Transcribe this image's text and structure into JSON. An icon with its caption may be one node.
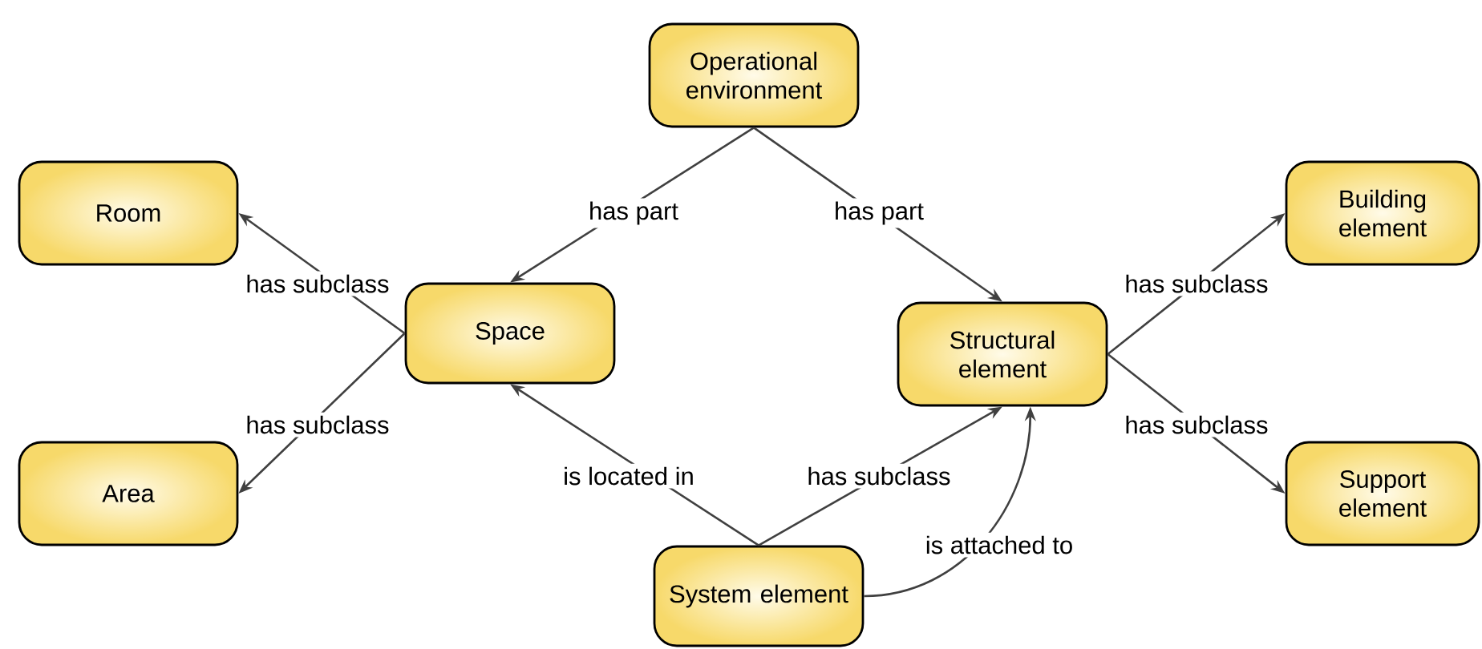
{
  "diagram": {
    "nodes": [
      {
        "text": [
          "Operational environment"
        ]
      },
      {
        "text": [
          "Room"
        ]
      },
      {
        "text": [
          "Space"
        ]
      },
      {
        "text": [
          "Structural element"
        ]
      },
      {
        "text": [
          "Building element"
        ]
      },
      {
        "text": [
          "Area"
        ]
      },
      {
        "text": [
          "Support element"
        ]
      },
      {
        "text": [
          "System element"
        ]
      }
    ],
    "edges": [
      {
        "from": 0,
        "to": 2,
        "arrow": "to",
        "label": "has part"
      },
      {
        "from": 0,
        "to": 3,
        "arrow": "to",
        "label": "has part"
      },
      {
        "from": 2,
        "to": 1,
        "arrow": "to",
        "label": "has subclass"
      },
      {
        "from": 2,
        "to": 5,
        "arrow": "to",
        "label": "has subclass"
      },
      {
        "from": 3,
        "to": 4,
        "arrow": "to",
        "label": "has subclass"
      },
      {
        "from": 3,
        "to": 6,
        "arrow": "to",
        "label": "has subclass"
      },
      {
        "from": 7,
        "to": 2,
        "arrow": "to",
        "label": "is located in"
      },
      {
        "from": 7,
        "to": 3,
        "arrow": "to",
        "label": "has subclass"
      },
      {
        "from": 7,
        "to": 3,
        "arrow": "to",
        "label": "is attached to"
      }
    ]
  }
}
